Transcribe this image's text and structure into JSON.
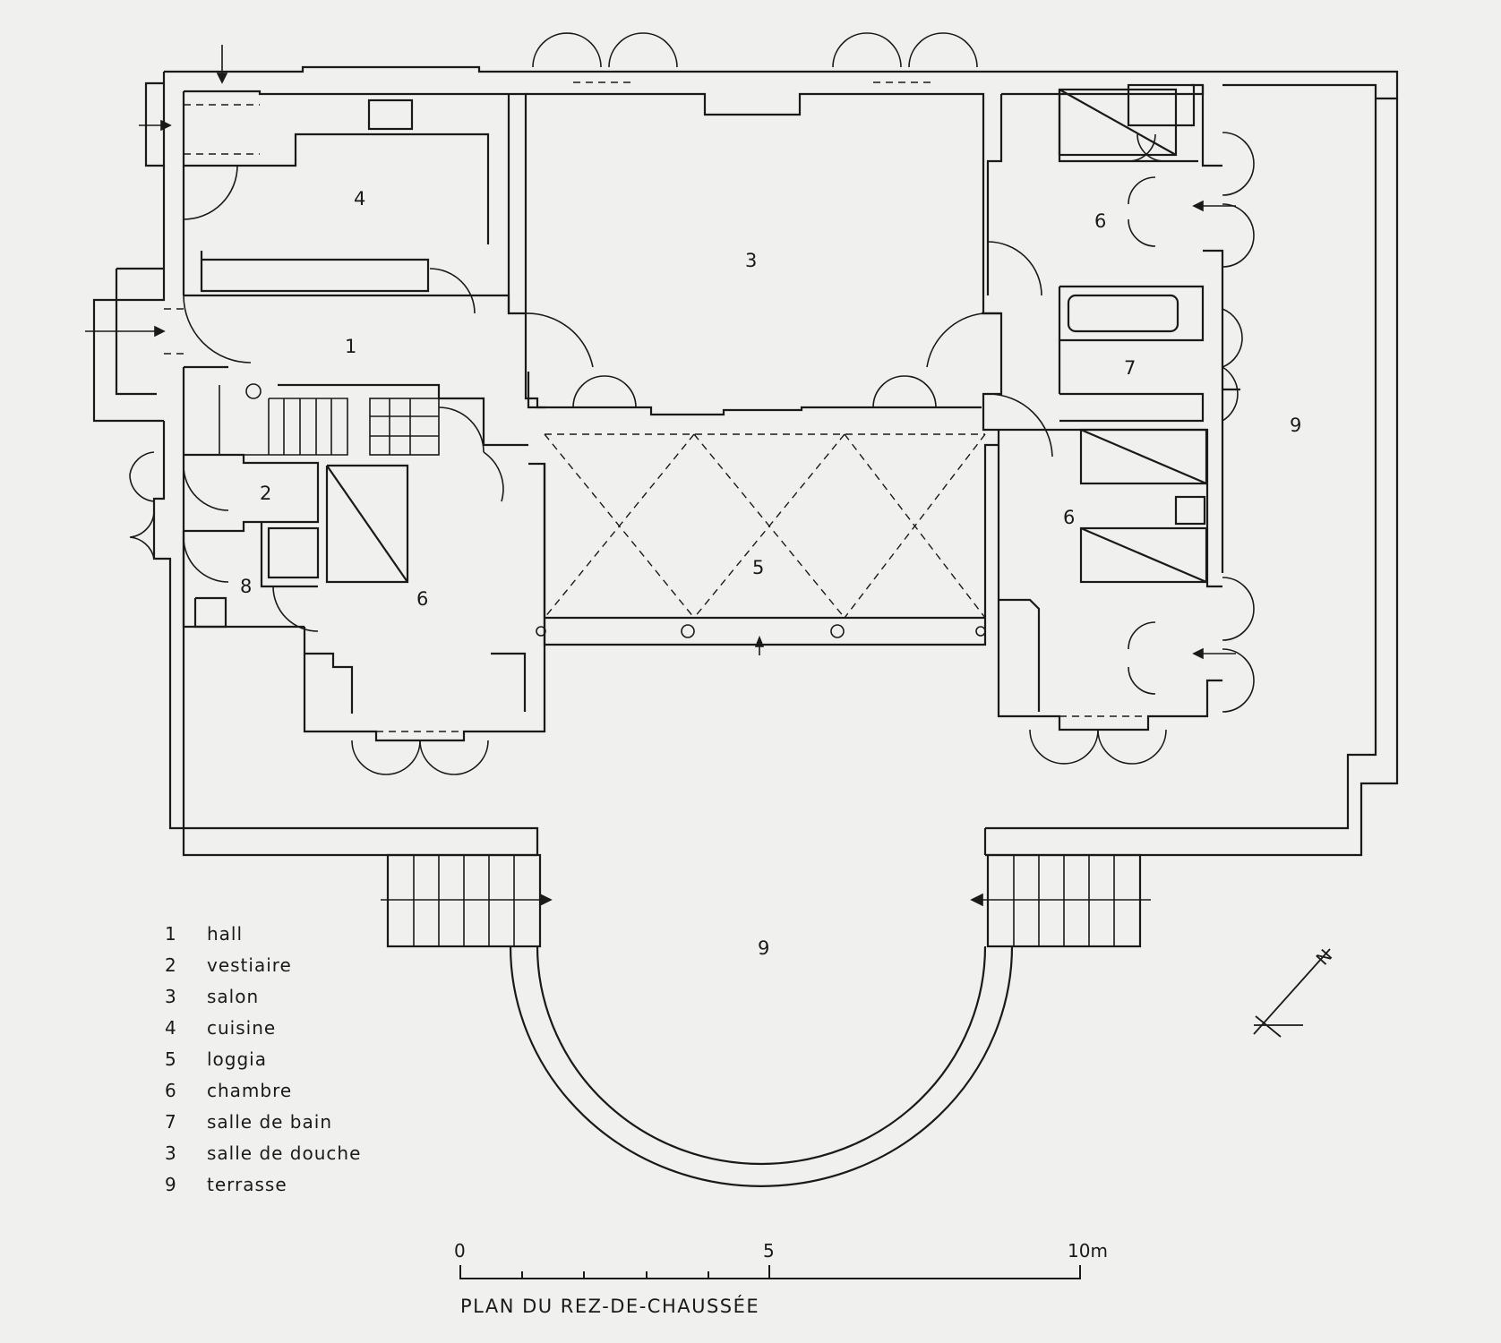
{
  "rooms": [
    {
      "num": "1"
    },
    {
      "num": "2"
    },
    {
      "num": "3"
    },
    {
      "num": "4"
    },
    {
      "num": "5"
    },
    {
      "num": "6"
    },
    {
      "num": "6"
    },
    {
      "num": "6"
    },
    {
      "num": "7"
    },
    {
      "num": "8"
    },
    {
      "num": "9"
    },
    {
      "num": "9"
    }
  ],
  "legend": [
    {
      "num": "1",
      "name": "hall"
    },
    {
      "num": "2",
      "name": "vestiaire"
    },
    {
      "num": "3",
      "name": "salon"
    },
    {
      "num": "4",
      "name": "cuisine"
    },
    {
      "num": "5",
      "name": "loggia"
    },
    {
      "num": "6",
      "name": "chambre"
    },
    {
      "num": "7",
      "name": "salle de bain"
    },
    {
      "num": "3",
      "name": "salle de douche"
    },
    {
      "num": "9",
      "name": "terrasse"
    }
  ],
  "scale": {
    "start": "0",
    "mid": "5",
    "end": "10m"
  },
  "title": "PLAN DU REZ-DE-CHAUSSÉE",
  "north": "N",
  "colors": {
    "ink": "#1a1a1a",
    "paper": "#f0f0ee"
  }
}
